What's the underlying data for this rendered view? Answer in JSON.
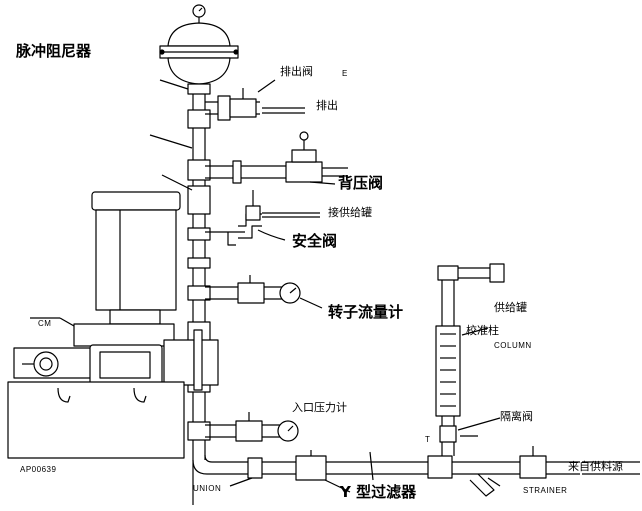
{
  "labels": {
    "pulsation_dampener": "脉冲阻尼器",
    "drain_valve": "排出阀",
    "drain": "排出",
    "back_pressure_valve": "背压阀",
    "to_supply_tank": "接供给罐",
    "safety_valve": "安全阀",
    "rotameter": "转子流量计",
    "supply_tank": "供给罐",
    "calibration_column": "校准柱",
    "calibration_column_en": "COLUMN",
    "isolation_valve": "隔离阀",
    "inlet_pressure_gauge": "入口压力计",
    "union": "UNION",
    "y_strainer": "Y 型过滤器",
    "strainer": "STRAINER",
    "from_supply_source": "来自供料源",
    "drawing_code": "AP00639",
    "letter_e": "E",
    "letter_t": "T",
    "motor_plate": "CM"
  }
}
